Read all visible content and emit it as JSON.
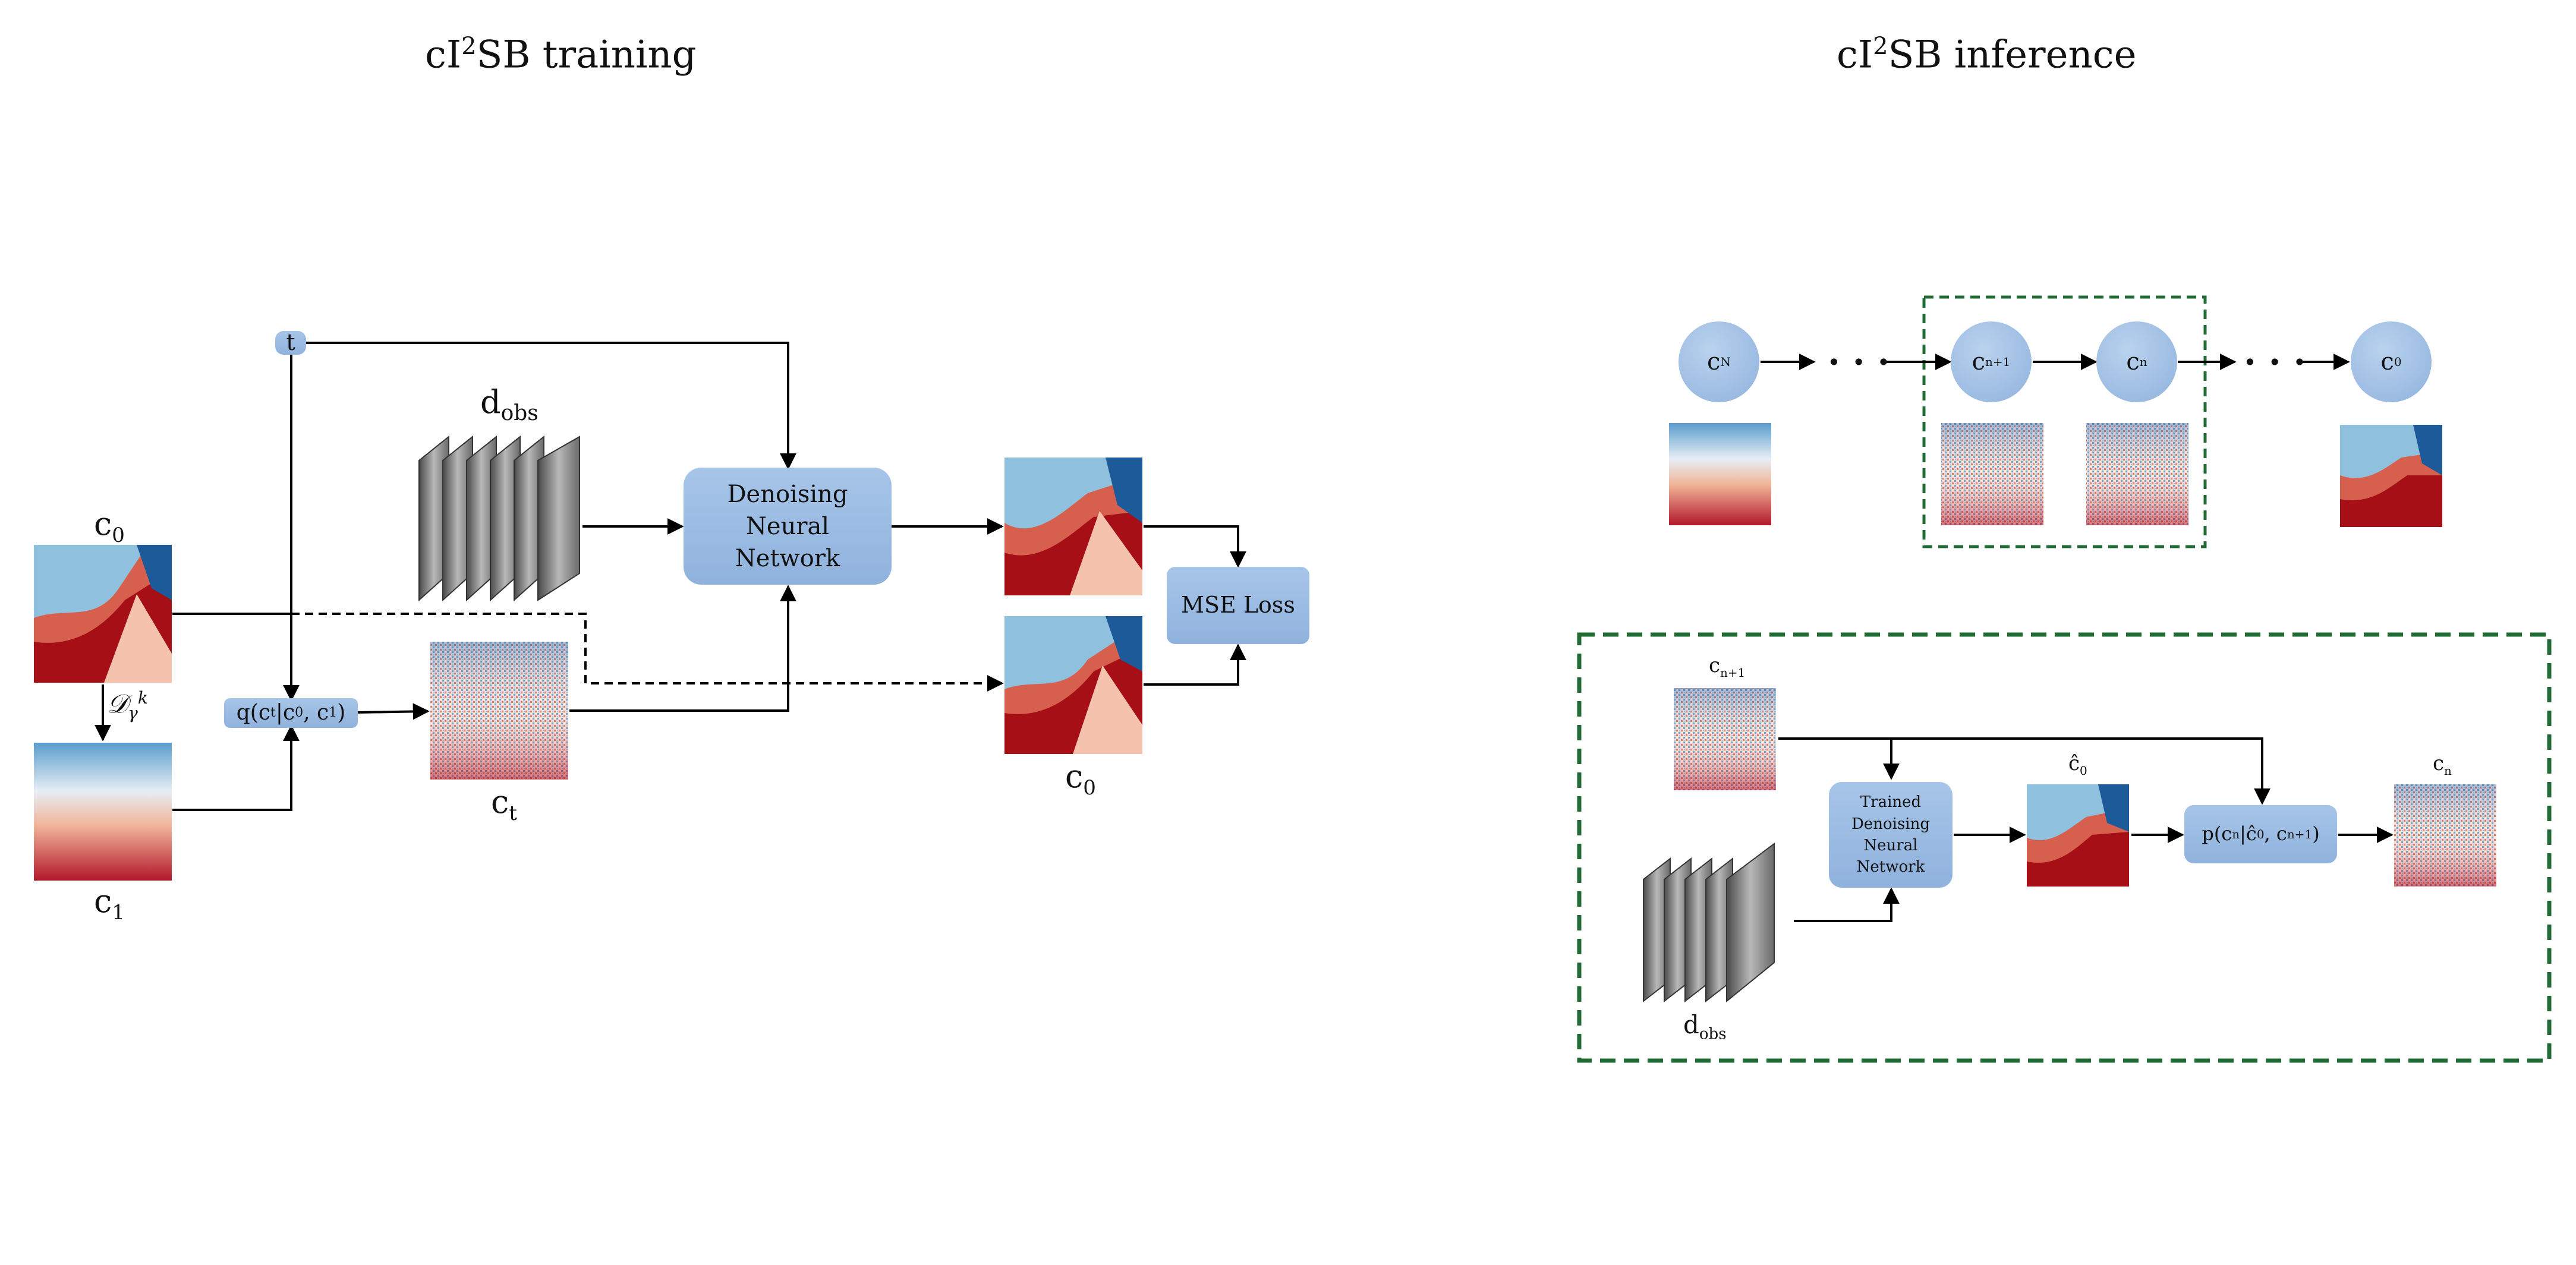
{
  "titles": {
    "training_prefix": "cI",
    "training_sup": "2",
    "training_suffix": "SB training",
    "inference_prefix": "cI",
    "inference_sup": "2",
    "inference_suffix": "SB inference"
  },
  "training": {
    "t_label": "t",
    "dobs": "d",
    "dobs_sub": "obs",
    "denoiser_line1": "Denoising Neural",
    "denoiser_line2": "Network",
    "mse_label": "MSE Loss",
    "q_label": "q(c",
    "q_rest": "|c",
    "q_tail": ", c",
    "q_end": ")",
    "q_sub_t": "t",
    "q_sub_0": "0",
    "q_sub_1": "1",
    "c0_label": "c",
    "c0_sub": "0",
    "c1_label": "c",
    "c1_sub": "1",
    "ct_label": "c",
    "ct_sub": "t",
    "c0_out_label": "c",
    "c0_out_sub": "0",
    "operator": "𝒟",
    "operator_sub": "γ",
    "operator_sup": "k"
  },
  "inference": {
    "cN": "c",
    "cN_sub": "N",
    "dots1": "· · ·",
    "cn1": "c",
    "cn1_sub": "n+1",
    "cn": "c",
    "cn_sub": "n",
    "dots2": "· · ·",
    "c0": "c",
    "c0_sub": "0",
    "detail_cn1": "c",
    "detail_cn1_sub": "n+1",
    "trained_l1": "Trained",
    "trained_l2": "Denoising",
    "trained_l3": "Neural",
    "trained_l4": "Network",
    "chat0": "ĉ",
    "chat0_sub": "0",
    "p_label": "p(c",
    "p_sub_n": "n",
    "p_mid": "|ĉ",
    "p_sub_0": "0",
    "p_tail": ", c",
    "p_sub_n1": "n+1",
    "p_end": ")",
    "out_cn": "c",
    "out_cn_sub": "n",
    "dobs": "d",
    "dobs_sub": "obs"
  },
  "colors": {
    "node_fill": "#9bbce4",
    "frame_green": "#1f6b33",
    "red": "#b2182b",
    "blue": "#2166ac"
  }
}
